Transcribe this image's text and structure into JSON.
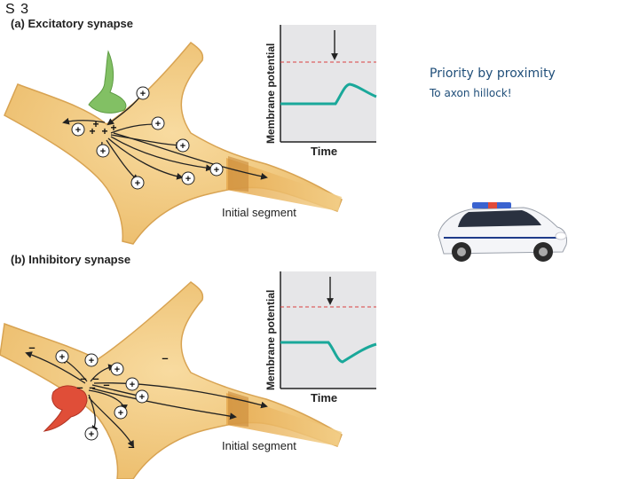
{
  "slide_label": "S 3",
  "panel_a": {
    "title": "(a) Excitatory synapse",
    "segment_label": "Initial segment",
    "graph": {
      "y_label": "Membrane potential",
      "x_label": "Time"
    }
  },
  "panel_b": {
    "title": "(b) Inhibitory synapse",
    "segment_label": "Initial segment",
    "graph": {
      "y_label": "Membrane potential",
      "x_label": "Time"
    }
  },
  "notes": {
    "line1": "Priority by proximity",
    "line2": "To axon hillock!"
  },
  "charges": {
    "positive": "+",
    "negative": "–"
  },
  "colors": {
    "neuron": "#f0c070",
    "neuron_dark": "#d9a24a",
    "excitatory_terminal": "#7fbf5a",
    "inhibitory_terminal": "#e0503a",
    "trace": "#1aa89a",
    "threshold": "#d94040",
    "note_text": "#1f4e79"
  },
  "icons": {
    "car": "police-car-icon"
  }
}
